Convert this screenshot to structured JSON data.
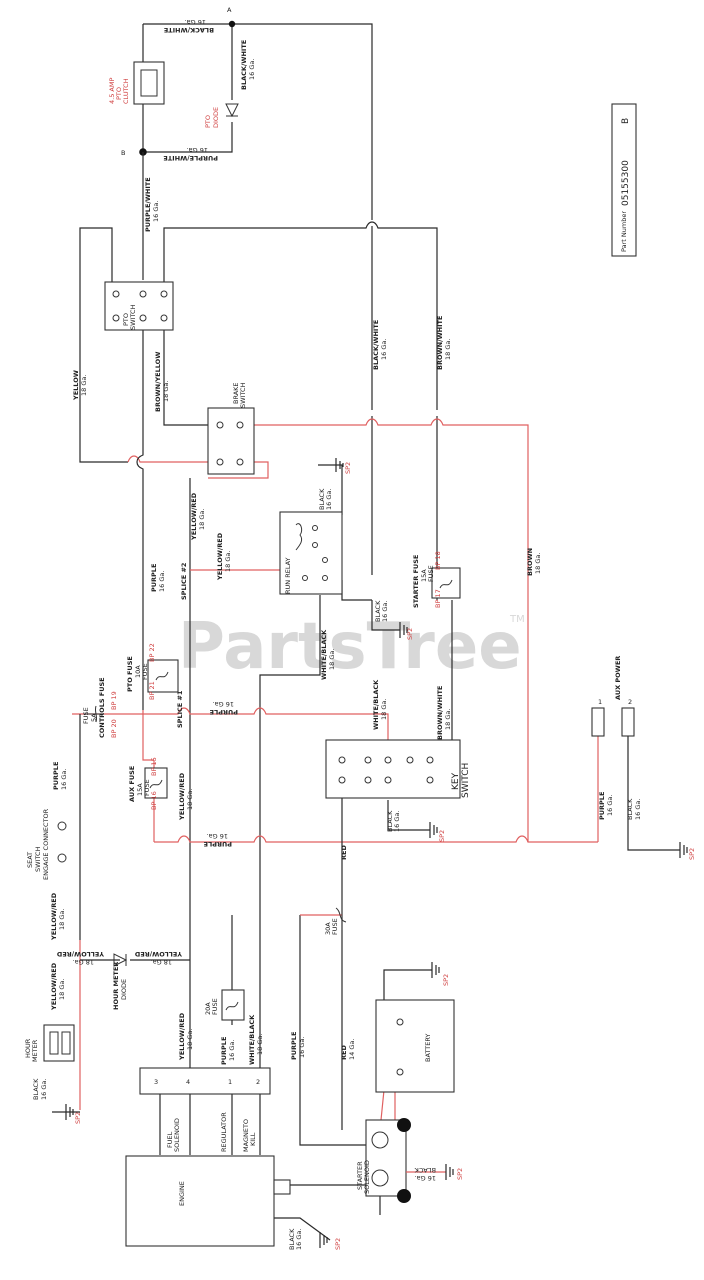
{
  "part": {
    "label": "Part Number",
    "number": "05155300",
    "rev": "B"
  },
  "watermark": {
    "text": "PartsTree",
    "tm": "TM"
  },
  "components": {
    "clutch": [
      "4.5 AMP",
      "PTO",
      "CLUTCH"
    ],
    "pto_diode": [
      "PTO",
      "DIODE"
    ],
    "pto_switch": [
      "PTO",
      "SWITCH"
    ],
    "brake_switch": [
      "BRAKE",
      "SWITCH"
    ],
    "run_relay": "RUN RELAY",
    "starter_fuse": [
      "STARTER FUSE",
      "15A",
      "FUSE",
      "BP 17",
      "BP 18"
    ],
    "pto_fuse": [
      "PTO FUSE",
      "10A",
      "FUSE",
      "BP 21",
      "BP 22"
    ],
    "controls_fuse": [
      "CONTROLS FUSE",
      "5A",
      "FUSE",
      "BP 20",
      "BP 19"
    ],
    "aux_fuse": [
      "AUX FUSE",
      "15A",
      "FUSE",
      "BP 16",
      "BP 15"
    ],
    "key_switch": [
      "KEY",
      "SWITCH"
    ],
    "seat_switch": [
      "SEAT",
      "SWITCH",
      "ENGAGE CONNECTOR"
    ],
    "hour_meter_diode": [
      "HOUR METER",
      "DIODE"
    ],
    "hour_meter": [
      "HOUR",
      "METER"
    ],
    "fuse_20a": [
      "20A",
      "FUSE"
    ],
    "fuse_30a": [
      "30A",
      "FUSE"
    ],
    "battery": "BATTERY",
    "starter_solenoid": [
      "STARTER",
      "SOLENOID"
    ],
    "engine": "ENGINE",
    "fuel_solenoid": [
      "FUEL",
      "SOLENOID"
    ],
    "regulator": "REGULATOR",
    "magneto_kill": [
      "MAGNETO",
      "KILL"
    ],
    "aux_power": [
      "AUX POWER",
      "1",
      "2"
    ],
    "splice1": "SPLICE #1",
    "splice2": "SPLICE #2"
  },
  "wires": {
    "black_white": [
      "BLACK/WHITE",
      "16 Ga."
    ],
    "purple_white": [
      "PURPLE/WHITE",
      "16 Ga."
    ],
    "yellow": [
      "YELLOW",
      "18 Ga."
    ],
    "brown_yellow": [
      "BROWN/YELLOW",
      "18 Ga."
    ],
    "brown_white": [
      "BROWN/WHITE",
      "18 Ga."
    ],
    "brown": [
      "BROWN",
      "18 Ga."
    ],
    "purple": [
      "PURPLE",
      "16 Ga."
    ],
    "yellow_red": [
      "YELLOW/RED",
      "18 Ga."
    ],
    "white_black": [
      "WHITE/BLACK",
      "18 Ga."
    ],
    "red": [
      "RED",
      "14 Ga."
    ],
    "black": [
      "BLACK",
      "16 Ga."
    ]
  },
  "grounds": [
    "SP2"
  ],
  "splice_letters": [
    "A",
    "B"
  ]
}
